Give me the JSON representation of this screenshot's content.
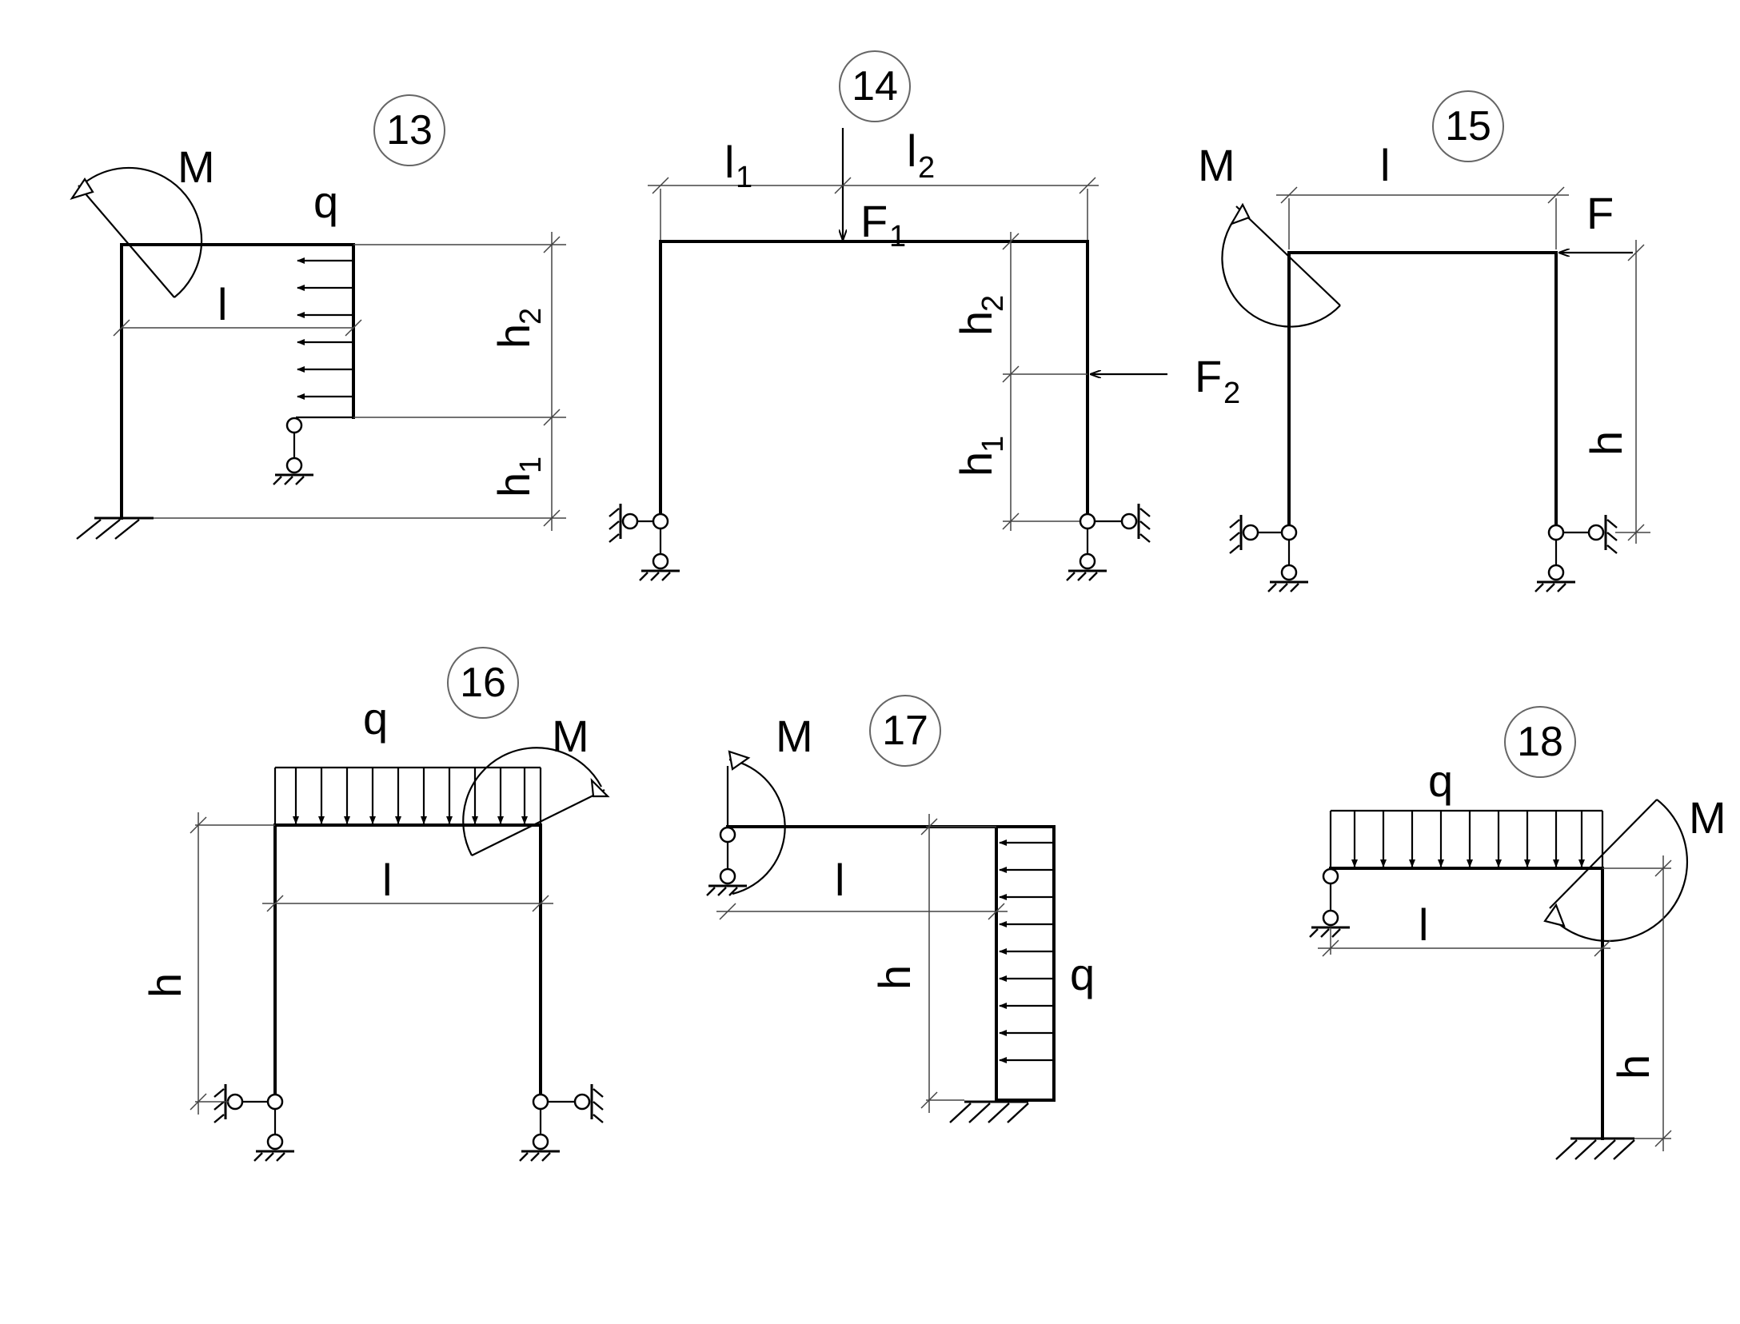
{
  "schemes": [
    {
      "number": "13",
      "labels": {
        "M": "M",
        "q": "q",
        "l": "l",
        "h2": "h",
        "h2_sub": "2",
        "h1": "h",
        "h1_sub": "1"
      }
    },
    {
      "number": "14",
      "labels": {
        "l1": "l",
        "l1_sub": "1",
        "l2": "l",
        "l2_sub": "2",
        "F1": "F",
        "F1_sub": "1",
        "F2": "F",
        "F2_sub": "2",
        "h2": "h",
        "h2_sub": "2",
        "h1": "h",
        "h1_sub": "1"
      }
    },
    {
      "number": "15",
      "labels": {
        "M": "M",
        "l": "l",
        "F": "F",
        "h": "h"
      }
    },
    {
      "number": "16",
      "labels": {
        "q": "q",
        "M": "M",
        "l": "l",
        "h": "h"
      }
    },
    {
      "number": "17",
      "labels": {
        "M": "M",
        "l": "l",
        "h": "h",
        "q": "q"
      }
    },
    {
      "number": "18",
      "labels": {
        "q": "q",
        "M": "M",
        "l": "l",
        "h": "h"
      }
    }
  ]
}
